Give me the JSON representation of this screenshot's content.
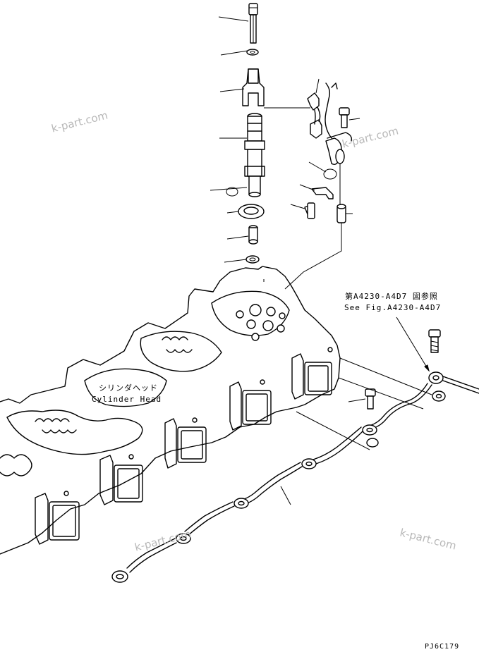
{
  "reference_jp": "第A4230-A4D7 図参照",
  "reference_en": "See Fig.A4230-A4D7",
  "cylinder_head_jp": "シリンダヘッド",
  "cylinder_head_en": "Cylinder Head",
  "drawing_code": "PJ6C179",
  "watermarks": [
    "k-part.com",
    "k-part.com",
    "k-part.com",
    "k-part.com"
  ]
}
